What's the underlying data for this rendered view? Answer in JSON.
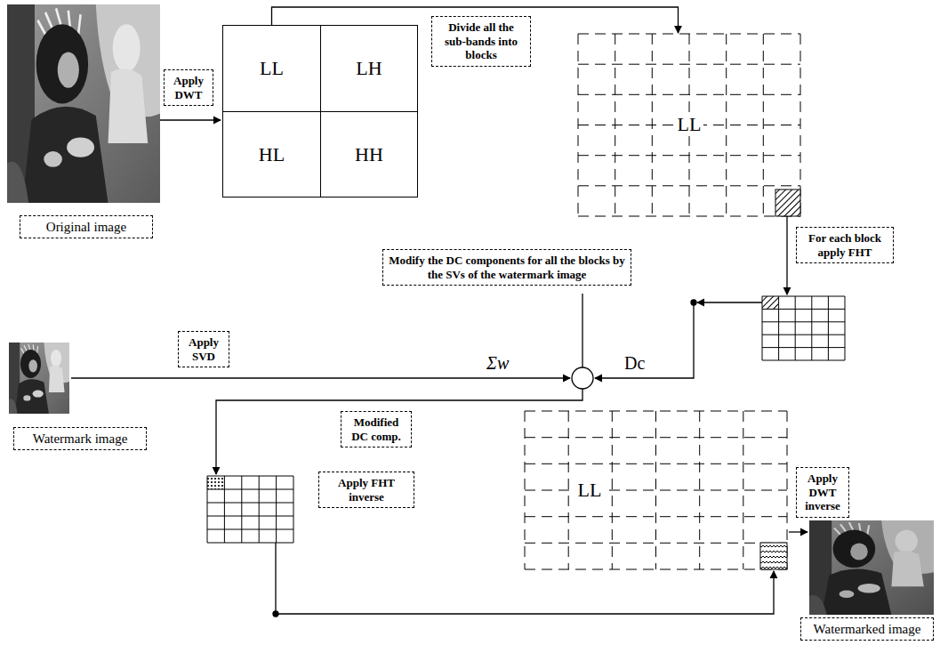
{
  "diagram": {
    "nodes": [
      {
        "text": [
          "Divide all the sub-bands into blocks"
        ]
      },
      {
        "text": [
          "LL"
        ]
      },
      {
        "text": [
          "LH"
        ]
      },
      {
        "text": [
          "HL"
        ]
      },
      {
        "text": [
          "HH"
        ]
      },
      {
        "text": [
          "Apply DWT"
        ]
      },
      {
        "text": [
          "LL"
        ]
      },
      {
        "text": [
          "Original image"
        ]
      },
      {
        "text": [
          "Modify the DC components for all the blocks by the SVs of the watermark image"
        ]
      },
      {
        "text": [
          "For each block apply FHT"
        ]
      },
      {
        "text": [
          "Apply SVD"
        ]
      },
      {
        "text": [
          "Modified DC comp."
        ]
      },
      {
        "text": [
          "Watermark image"
        ]
      },
      {
        "text": [
          "Apply FHT inverse"
        ]
      },
      {
        "text": [
          "LL"
        ]
      },
      {
        "text": [
          "Apply DWT inverse"
        ]
      },
      {
        "text": [
          "Watermarked image"
        ]
      }
    ],
    "edges": [
      {
        "from": 1,
        "to": 6,
        "arrow": "to"
      }
    ],
    "labels": [
      "Σw",
      "Dc"
    ]
  }
}
